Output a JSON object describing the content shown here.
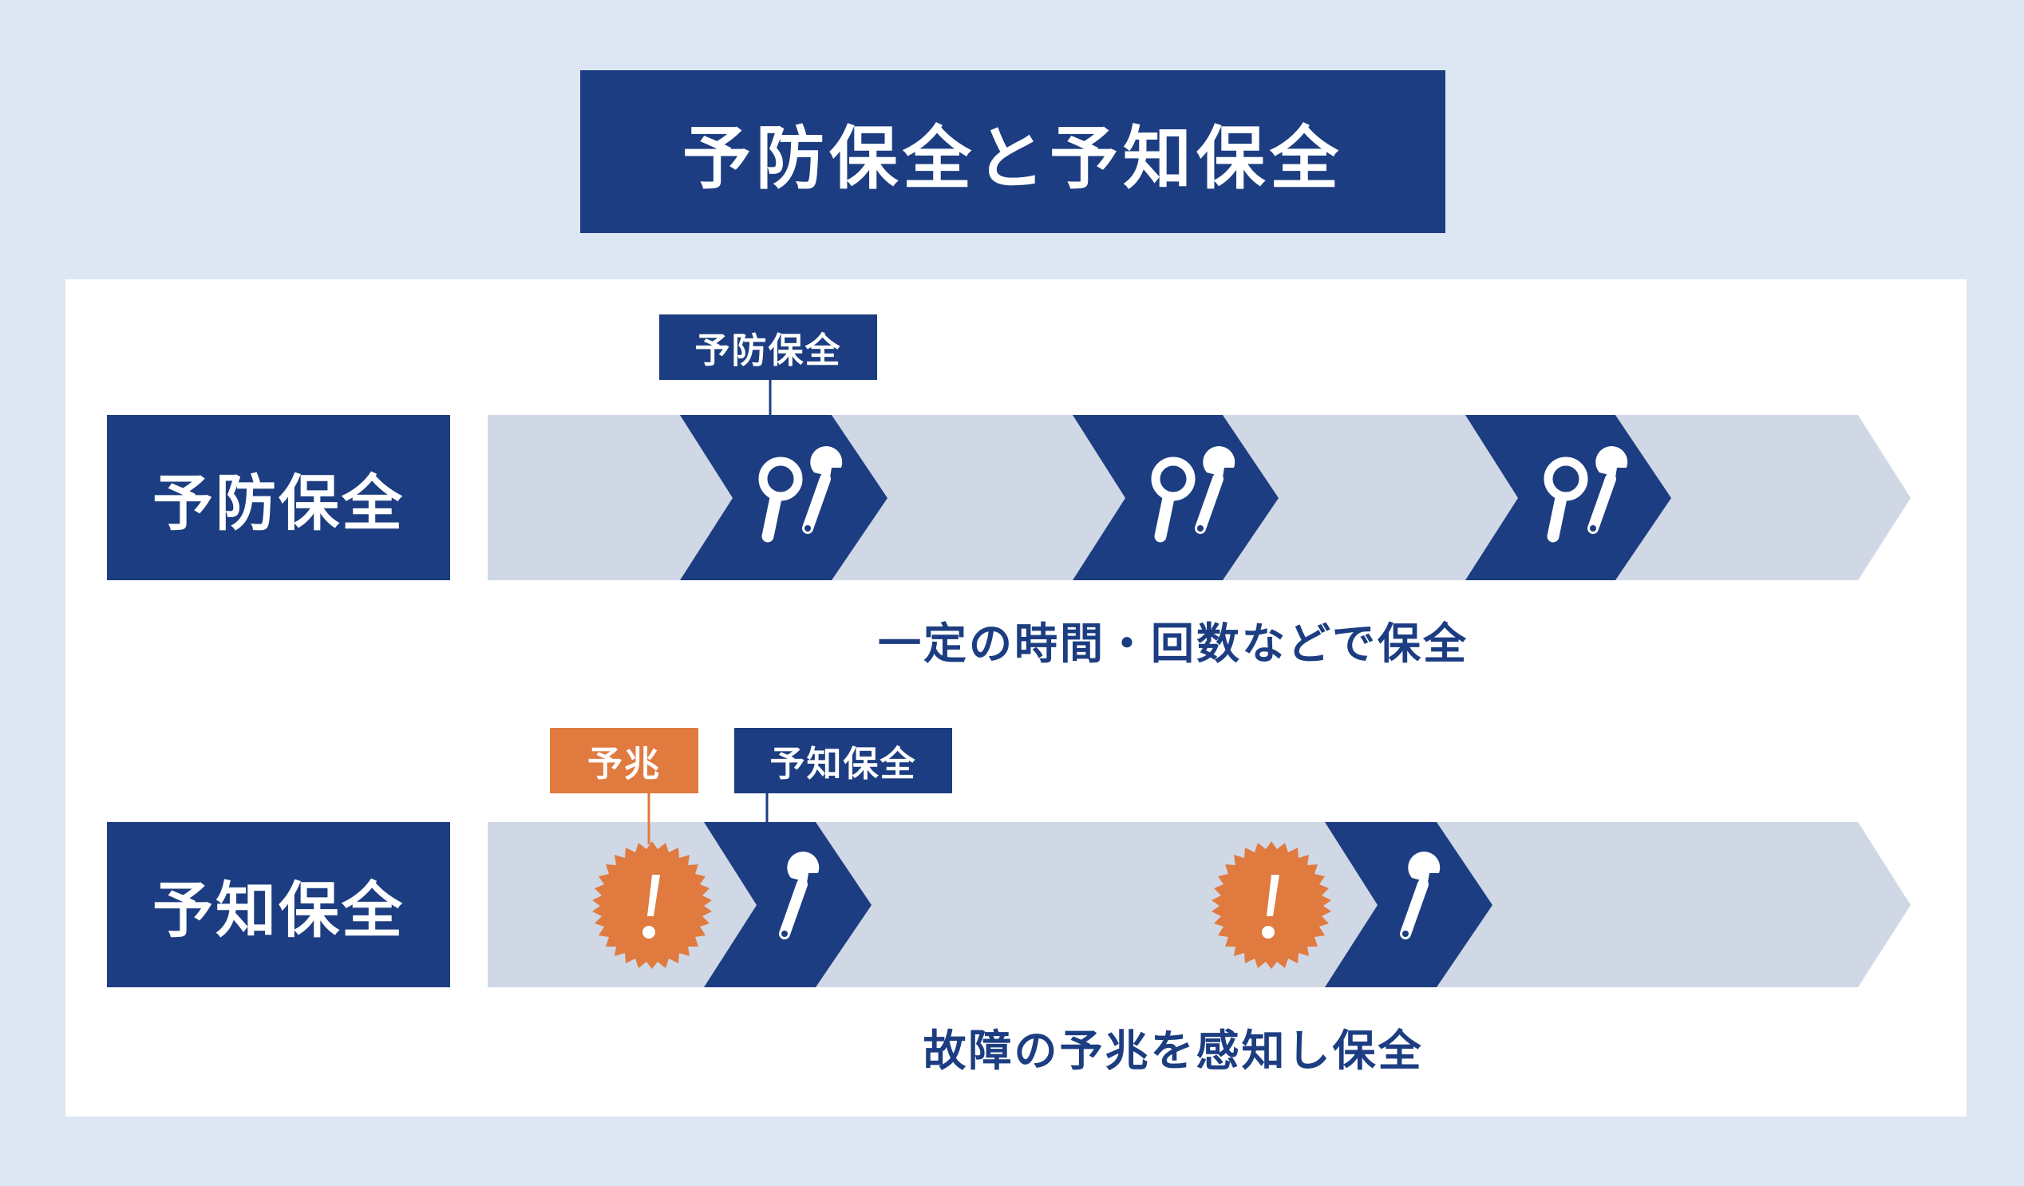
{
  "title": "予防保全と予知保全",
  "colors": {
    "background": "#dce7f3",
    "navy": "#1c3d81",
    "band": "#d0d8e6",
    "alert": "#e07a3f",
    "white": "#ffffff"
  },
  "preventive": {
    "label": "予防保全",
    "tag": "予防保全",
    "caption": "一定の時間・回数などで保全",
    "icons": [
      "magnifier-icon",
      "wrench-icon"
    ]
  },
  "predictive": {
    "label": "予知保全",
    "tag_sign": "予兆",
    "tag": "予知保全",
    "caption": "故障の予兆を感知し保全",
    "icons": [
      "alert-burst-icon",
      "wrench-icon"
    ]
  }
}
